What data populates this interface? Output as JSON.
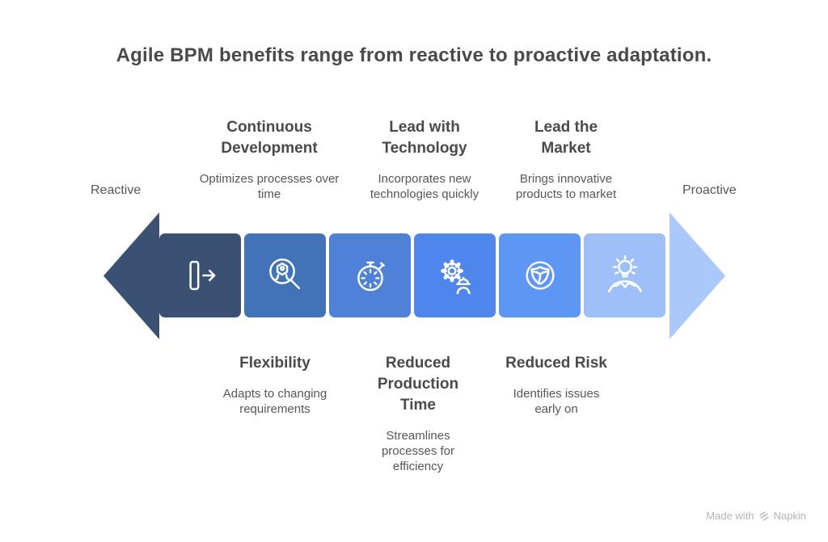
{
  "title": "Agile BPM benefits range from reactive to proactive adaptation.",
  "flow": {
    "left_label": "Reactive",
    "right_label": "Proactive",
    "left_arrow_color": "#3b5174",
    "right_arrow_color": "#aac8fa"
  },
  "top_benefits": [
    {
      "title": "Continuous Development",
      "description": "Optimizes processes over time"
    },
    {
      "title": "Lead with Technology",
      "description": "Incorporates new technologies quickly"
    },
    {
      "title": "Lead the Market",
      "description": "Brings innovative products to market"
    }
  ],
  "bottom_benefits": [
    {
      "title": "Flexibility",
      "description": "Adapts to changing requirements"
    },
    {
      "title": "Reduced Production Time",
      "description": "Streamlines processes for efficiency"
    },
    {
      "title": "Reduced Risk",
      "description": "Identifies issues early on"
    }
  ],
  "boxes": [
    {
      "icon": "door-arrow-icon",
      "color": "#3b5174"
    },
    {
      "icon": "magnifier-robot-icon",
      "color": "#4273b8"
    },
    {
      "icon": "stopwatch-icon",
      "color": "#5081d9"
    },
    {
      "icon": "gear-worker-icon",
      "color": "#4e86ec"
    },
    {
      "icon": "shield-icon",
      "color": "#5d96f4"
    },
    {
      "icon": "lightbulb-person-icon",
      "color": "#9fbff8"
    }
  ],
  "footer": {
    "made_with": "Made with",
    "brand": "Napkin"
  }
}
